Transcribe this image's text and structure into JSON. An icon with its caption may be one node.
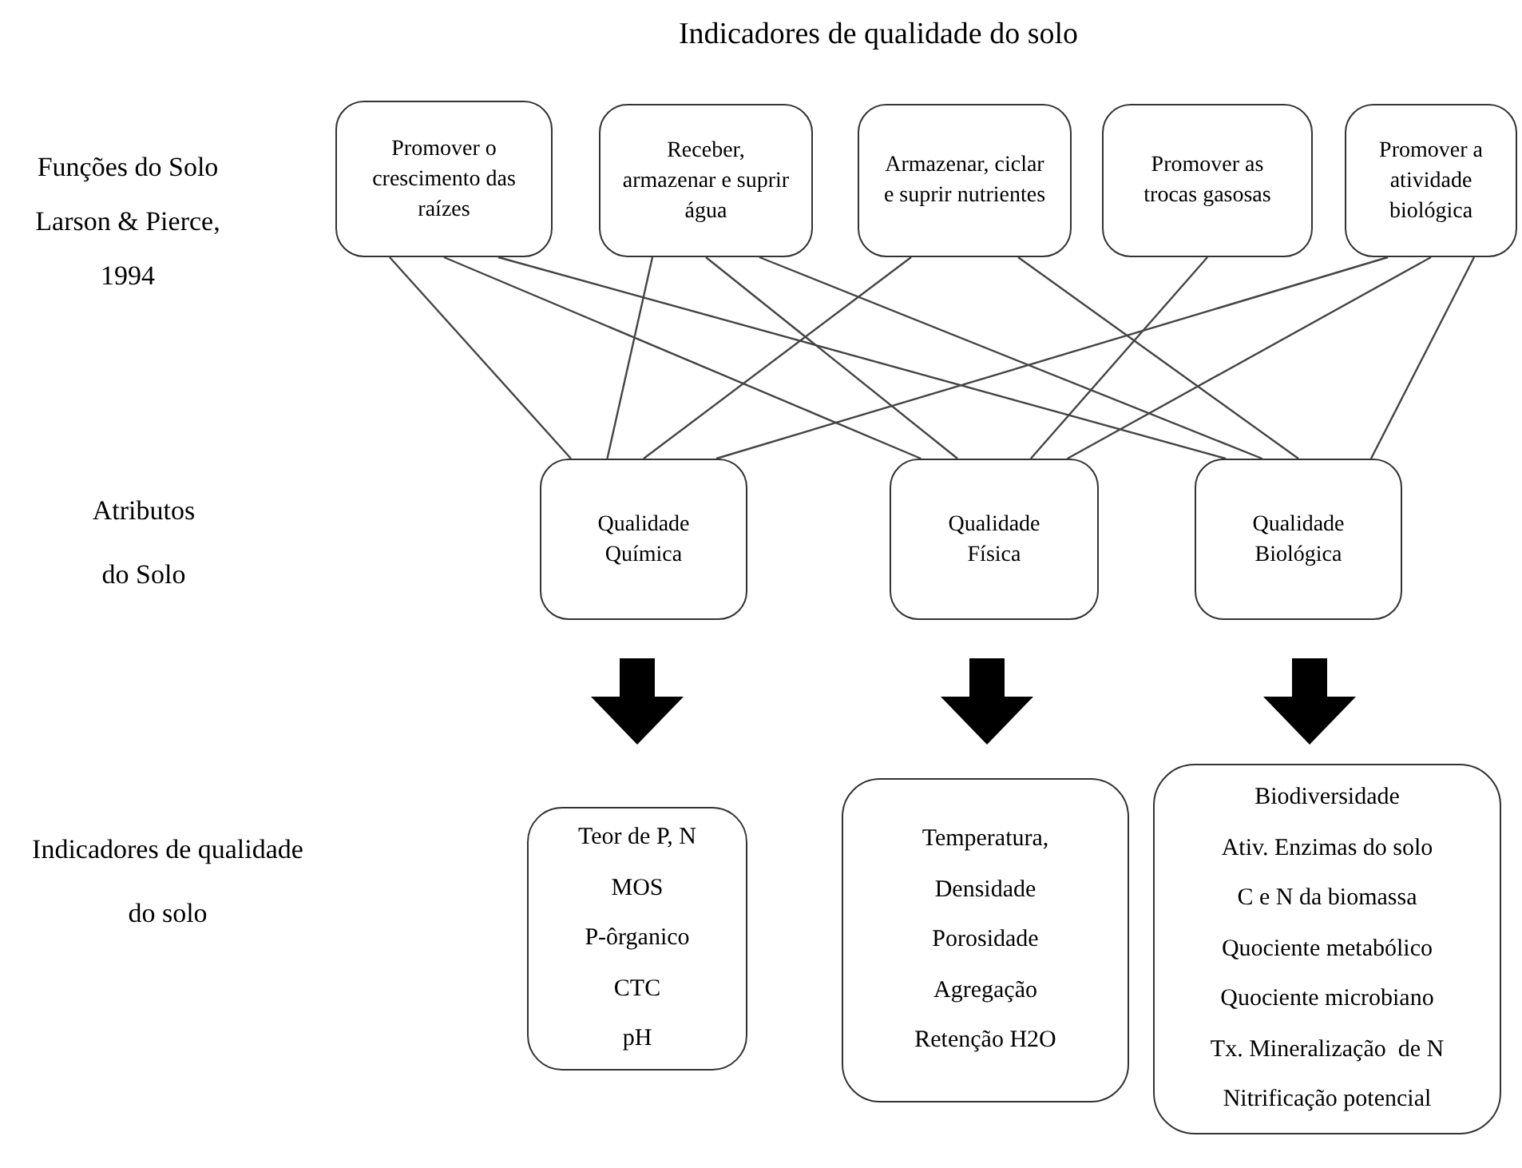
{
  "diagram": {
    "title": "Indicadores de qualidade do solo",
    "nodes": [
      {
        "text": [
          "Promover o crescimento das raízes"
        ]
      },
      {
        "text": [
          "Receber, armazenar e suprir água"
        ]
      },
      {
        "text": [
          "Armazenar, ciclar e suprir nutrientes"
        ]
      },
      {
        "text": [
          "Promover as trocas gasosas"
        ]
      },
      {
        "text": [
          "Promover a atividade biológica"
        ]
      },
      {
        "text": [
          "Qualidade Química"
        ]
      },
      {
        "text": [
          "Qualidade Física"
        ]
      },
      {
        "text": [
          "Qualidade Biológica"
        ]
      },
      {
        "text": [
          "Teor de P, N",
          "MOS",
          "P-ôrganico",
          "CTC",
          "pH"
        ]
      },
      {
        "text": [
          "Temperatura,",
          "Densidade",
          "Porosidade",
          "Agregação",
          "Retenção H2O"
        ]
      },
      {
        "text": [
          "Biodiversidade",
          "Ativ. Enzimas do solo",
          "C e N da biomassa",
          "Quociente metabólico",
          "Quociente microbiano",
          "Tx. Mineralização  de N",
          "Nitrificação potencial"
        ]
      }
    ],
    "edges": [
      {
        "from": 0,
        "to": 5,
        "arrow": "none"
      },
      {
        "from": 0,
        "to": 6,
        "arrow": "none"
      },
      {
        "from": 0,
        "to": 7,
        "arrow": "none"
      },
      {
        "from": 1,
        "to": 5,
        "arrow": "none"
      },
      {
        "from": 1,
        "to": 6,
        "arrow": "none"
      },
      {
        "from": 1,
        "to": 7,
        "arrow": "none"
      },
      {
        "from": 2,
        "to": 5,
        "arrow": "none"
      },
      {
        "from": 2,
        "to": 7,
        "arrow": "none"
      },
      {
        "from": 3,
        "to": 6,
        "arrow": "none"
      },
      {
        "from": 4,
        "to": 5,
        "arrow": "none"
      },
      {
        "from": 4,
        "to": 6,
        "arrow": "none"
      },
      {
        "from": 4,
        "to": 7,
        "arrow": "none"
      },
      {
        "from": 5,
        "to": 8,
        "arrow": "to",
        "style": "thick"
      },
      {
        "from": 6,
        "to": 9,
        "arrow": "to",
        "style": "thick"
      },
      {
        "from": 7,
        "to": 10,
        "arrow": "to",
        "style": "thick"
      }
    ],
    "labels": [
      "Funções do Solo Larson & Pierce, 1994",
      "Atributos do Solo",
      "Indicadores de qualidade do solo"
    ]
  }
}
